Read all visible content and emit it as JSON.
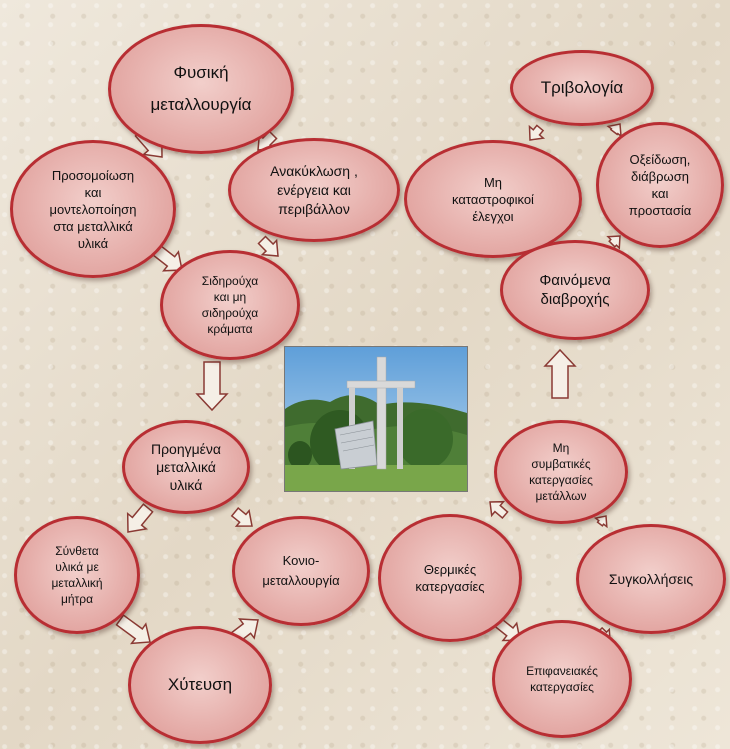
{
  "nodes": {
    "physical_metallurgy": "Φυσική\nμεταλλουργία",
    "tribology": "Τριβολογία",
    "simulation": "Προσομοίωση\nκαι\nμοντελοποίηση\nστα μεταλλικά\nυλικά",
    "recycling": "Ανακύκλωση ,\nενέργεια και\nπεριβάλλον",
    "ndt": "Μη\nκαταστροφικοί\nέλεγχοι",
    "oxidation": "Οξείδωση,\nδιάβρωση\nκαι\nπροστασία",
    "alloys": "Σιδηρούχα\nκαι μη\nσιδηρούχα\nκράματα",
    "wetting": "Φαινόμενα\nδιαβροχής",
    "advanced": "Προηγμένα\nμεταλλικά\nυλικά",
    "nonconventional": "Μη\nσυμβατικές\nκατεργασίες\nμετάλλων",
    "composites": "Σύνθετα\nυλικά με\nμεταλλική\nμήτρα",
    "powder": "Κονιο-\nμεταλλουργία",
    "thermal": "Θερμικές\nκατεργασίες",
    "welding": "Συγκολλήσεις",
    "casting": "Χύτευση",
    "surface": "Επιφανειακές\nκατεργασίες"
  },
  "colors": {
    "node_border": "#b82e33",
    "node_fill": "#e3a7a3",
    "arrow_fill": "#f5efe6",
    "arrow_stroke": "#8a3a34"
  },
  "center_image": "monument-photo"
}
